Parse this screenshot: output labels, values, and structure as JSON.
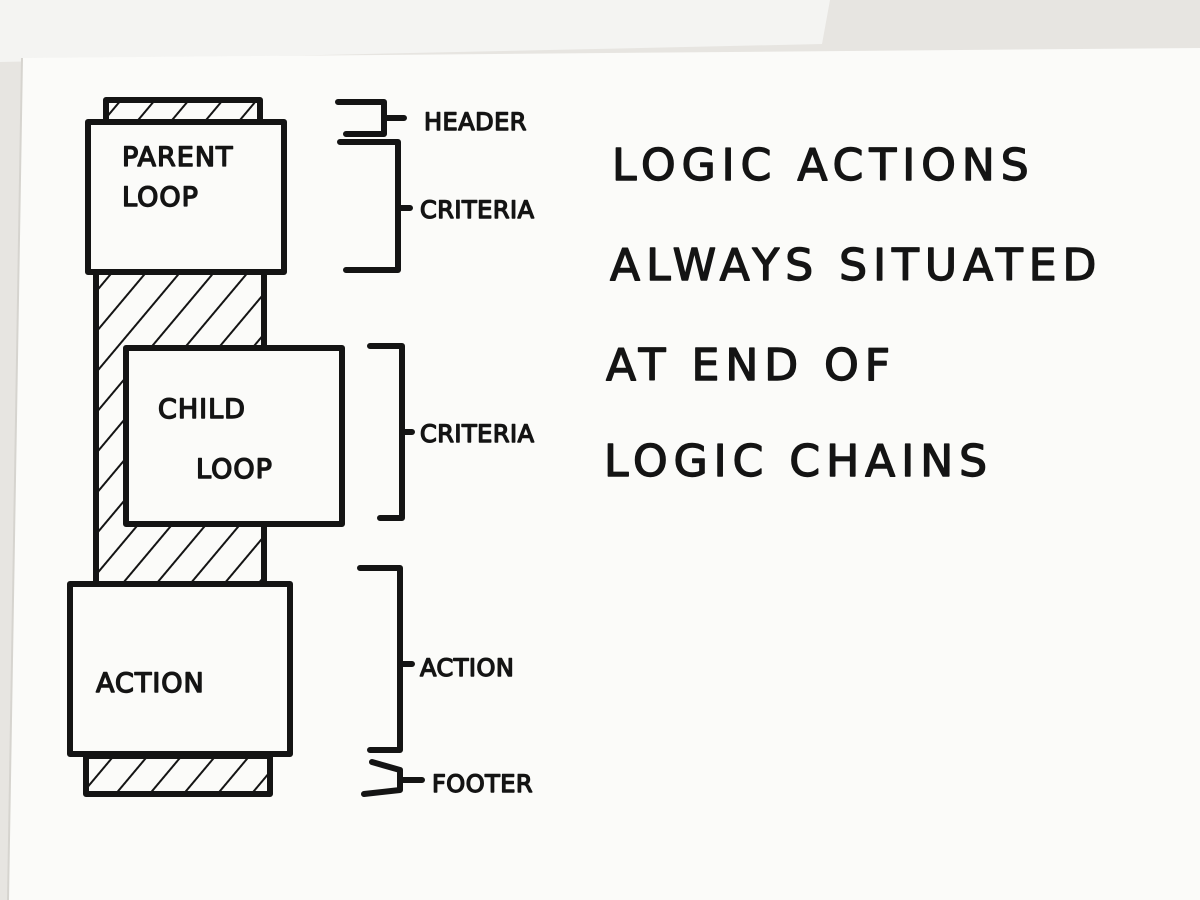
{
  "diagram": {
    "blocks": {
      "parent_loop": [
        "PARENT",
        "LOOP"
      ],
      "child_loop": [
        "CHILD",
        "LOOP"
      ],
      "action": "ACTION"
    },
    "brackets": {
      "header": "HEADER",
      "parent_criteria": "CRITERIA",
      "child_criteria": "CRITERIA",
      "action": "ACTION",
      "footer": "FOOTER"
    }
  },
  "note": {
    "lines": [
      "LOGIC ACTIONS",
      "ALWAYS SITUATED",
      "AT END OF",
      "LOGIC CHAINS"
    ]
  },
  "colors": {
    "ink": "#141414",
    "paper": "#fbfbf9",
    "background": "#e7e5e1"
  }
}
